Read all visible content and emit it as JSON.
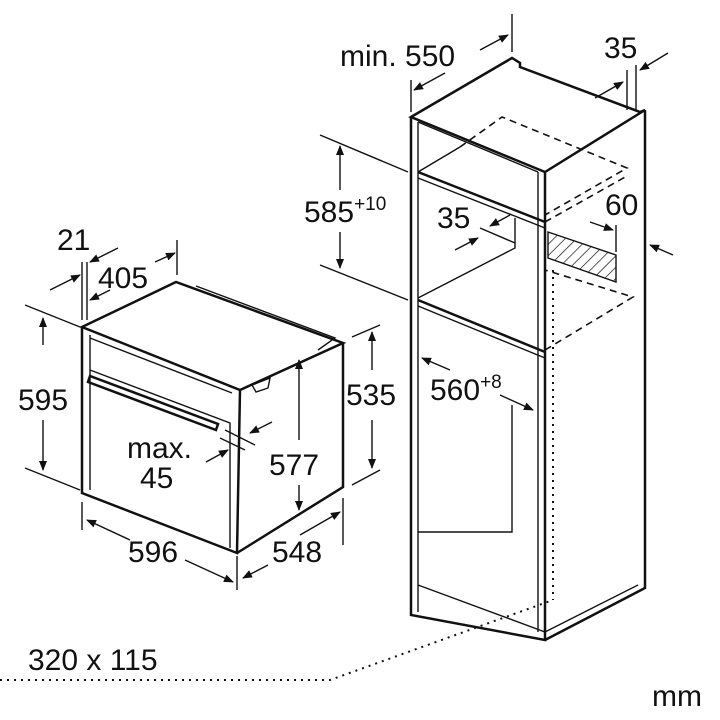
{
  "unit": "mm",
  "oven": {
    "height": "595",
    "width": "596",
    "depth": "548",
    "inner_height": "577",
    "side_height": "535",
    "depth_body": "405",
    "front_thickness": "21",
    "handle_max_label": "max.",
    "handle_max_value": "45"
  },
  "cabinet": {
    "min_depth_label": "min. 550",
    "rear_gap": "35",
    "niche_height": "585",
    "niche_height_tol": "+10",
    "shelf_gap": "35",
    "vent_depth": "60",
    "niche_width": "560",
    "niche_width_tol": "+8"
  },
  "cable_opening": "320 x 115"
}
